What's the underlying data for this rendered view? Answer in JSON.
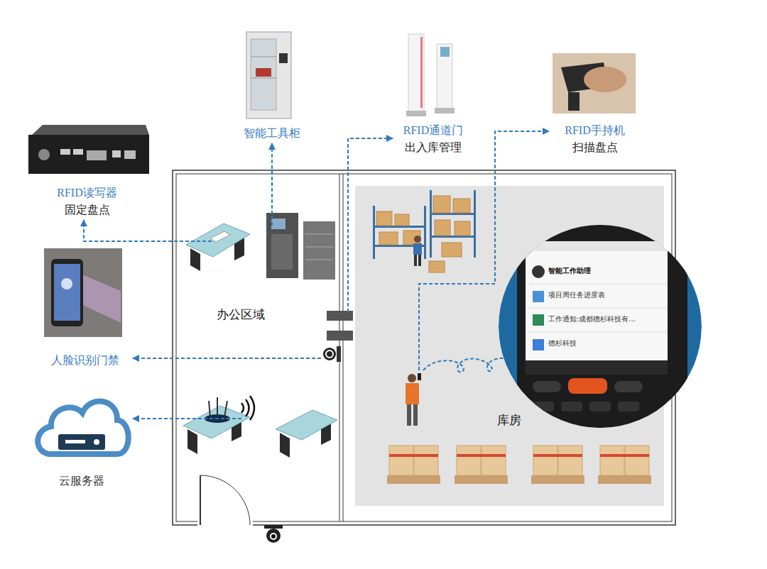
{
  "diagram": {
    "nodes": [
      {
        "text": [
          "办公区域"
        ]
      },
      {
        "text": [
          "库房"
        ]
      },
      {
        "text": [
          "智能工具柜"
        ]
      },
      {
        "text": [
          "RFID通道门",
          "出入库管理"
        ]
      },
      {
        "text": [
          "RFID手持机",
          "扫描盘点"
        ]
      },
      {
        "text": [
          "RFID读写器",
          "固定盘点"
        ]
      },
      {
        "text": [
          "人脸识别门禁"
        ]
      },
      {
        "text": [
          "云服务器"
        ]
      },
      {
        "text": [
          "智能工作助理",
          "项目周任务进度表",
          "工作通知:成都德杉科技有...",
          "德杉科技"
        ],
        "in": 1
      }
    ],
    "edges": [
      {
        "from": 0,
        "to": 2,
        "arrow": "to"
      },
      {
        "from": 0,
        "to": 5,
        "arrow": "to"
      },
      {
        "from": 0,
        "to": 6,
        "arrow": "to"
      },
      {
        "from": 0,
        "to": 7,
        "arrow": "to"
      },
      {
        "from": 1,
        "to": 3,
        "arrow": "to"
      },
      {
        "from": 1,
        "to": 4,
        "arrow": "to"
      }
    ]
  }
}
